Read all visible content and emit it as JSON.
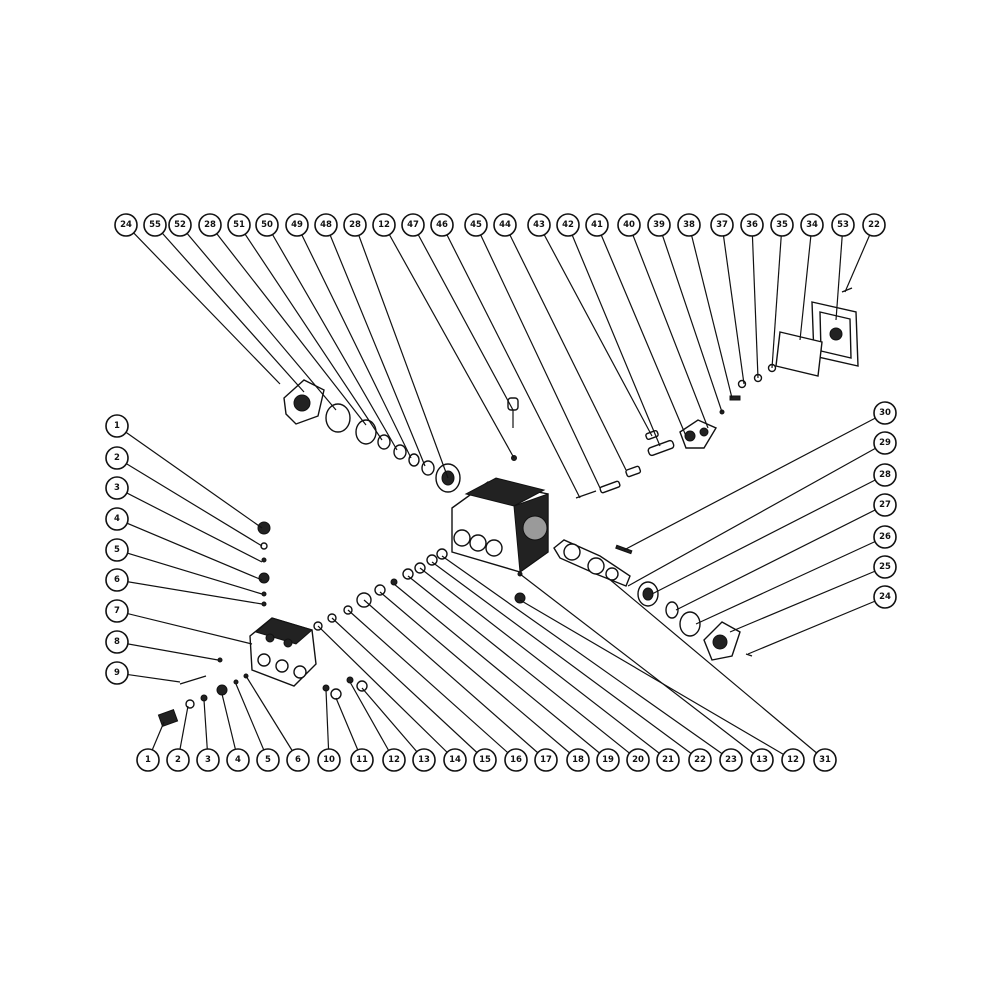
{
  "callouts": {
    "top": [
      "24",
      "55",
      "52",
      "28",
      "51",
      "50",
      "49",
      "48",
      "28",
      "12",
      "47",
      "46",
      "45",
      "44",
      "43",
      "42",
      "41",
      "40",
      "39",
      "38",
      "37",
      "36",
      "35",
      "34",
      "53",
      "22"
    ],
    "left": [
      "1",
      "2",
      "3",
      "4",
      "5",
      "6",
      "7",
      "8",
      "9"
    ],
    "bottom": [
      "1",
      "2",
      "3",
      "4",
      "5",
      "6",
      "10",
      "11",
      "12",
      "13",
      "14",
      "15",
      "16",
      "17",
      "18",
      "19",
      "20",
      "21",
      "22",
      "23",
      "13",
      "12",
      "31"
    ],
    "right": [
      "30",
      "29",
      "28",
      "27",
      "26",
      "25",
      "24"
    ]
  }
}
